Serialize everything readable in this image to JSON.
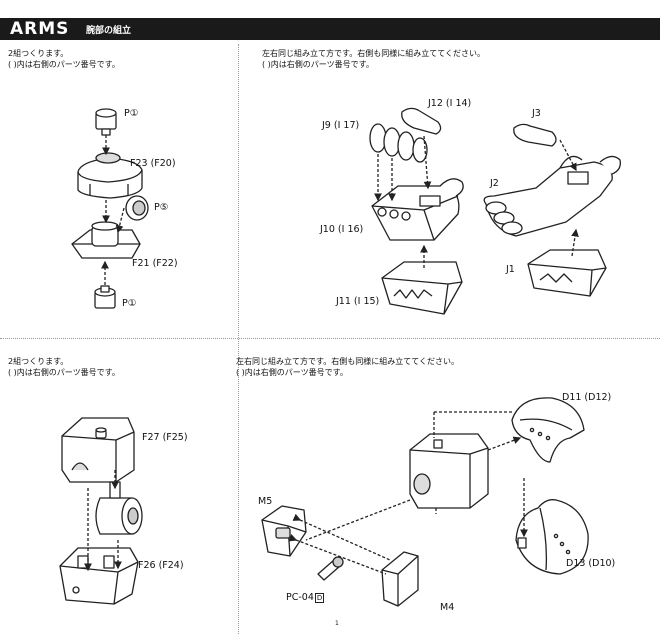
{
  "header": {
    "title": "ARMS",
    "subtitle": "腕部の組立"
  },
  "sections": {
    "top_left": {
      "note_line1": "2組つくります。",
      "note_line2": "( )内は右側のパーツ番号です。",
      "labels": {
        "p1_top": "P①",
        "f23": "F23 (F20)",
        "p5": "P⑤",
        "f21": "F21 (F22)",
        "p1_bottom": "P①"
      }
    },
    "top_right": {
      "note_line1": "左右同じ組み立て方です。右側も同様に組み立ててください。",
      "note_line2": "( )内は右側のパーツ番号です。",
      "labels": {
        "j12": "J12 (I 14)",
        "j9": "J9 (I 17)",
        "j3": "J3",
        "j2": "J2",
        "j10": "J10 (I 16)",
        "j1": "J1",
        "j11": "J11 (I 15)"
      }
    },
    "bottom_left": {
      "note_line1": "2組つくります。",
      "note_line2": "( )内は右側のパーツ番号です。",
      "labels": {
        "f27": "F27 (F25)",
        "f26": "F26 (F24)"
      }
    },
    "bottom_right": {
      "note_line1": "左右同じ組み立て方です。右側も同様に組み立ててください。",
      "note_line2": "( )内は右側のパーツ番号です。",
      "labels": {
        "d11": "D11 (D12)",
        "m5": "M5",
        "pc04": "PC-04",
        "pc04_tag": "D",
        "d13": "D13 (D10)",
        "m4": "M4"
      }
    }
  },
  "page_number": "1"
}
